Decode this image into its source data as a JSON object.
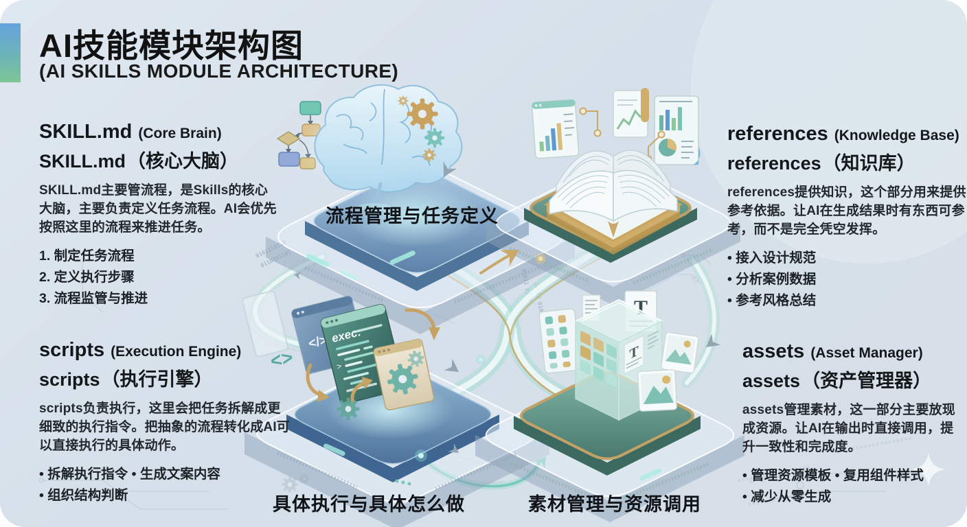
{
  "header": {
    "title": "AI技能模块架构图",
    "subtitle": "(AI SKILLS MODULE ARCHITECTURE)"
  },
  "modules": {
    "skill": {
      "name": "SKILL.md",
      "tag_en": "(Core Brain)",
      "name_zh": "SKILL.md",
      "tag_zh": "（核心大脑）",
      "desc": "SKILL.md主要管流程，是Skills的核心大脑，主要负责定义任务流程。AI会优先按照这里的流程来推进任务。",
      "items": [
        "1. 制定任务流程",
        "2. 定义执行步骤",
        "3. 流程监管与推进"
      ]
    },
    "references": {
      "name": "references",
      "tag_en": "(Knowledge Base)",
      "name_zh": "references",
      "tag_zh": "（知识库）",
      "desc": "references提供知识，这个部分用来提供参考依据。让AI在生成结果时有东西可参考，而不是完全凭空发挥。",
      "items": [
        "• 接入设计规范",
        "• 分析案例数据",
        "• 参考风格总结"
      ]
    },
    "scripts": {
      "name": "scripts",
      "tag_en": "(Execution Engine)",
      "name_zh": "scripts",
      "tag_zh": "（执行引擎）",
      "desc": "scripts负责执行，这里会把任务拆解成更细致的执行指令。把抽象的流程转化成AI可以直接执行的具体动作。",
      "items": [
        "• 拆解执行指令 • 生成文案内容",
        "• 组织结构判断"
      ]
    },
    "assets": {
      "name": "assets",
      "tag_en": "(Asset Manager)",
      "name_zh": "assets",
      "tag_zh": "（资产管理器）",
      "desc": "assets管理素材，这一部分主要放现成资源。让AI在输出时直接调用，提升一致性和完成度。",
      "items": [
        "• 管理资源模板 • 复用组件样式",
        "• 减少从零生成"
      ]
    }
  },
  "diagram": {
    "labels": {
      "skill": "流程管理与任务定义",
      "scripts": "具体执行与具体怎么做",
      "assets": "素材管理与资源调用"
    },
    "code_window": {
      "title": "exec:",
      "icon": "</>",
      "chevrons": "<>",
      "prompt": ">"
    },
    "asset_card_letter": "T",
    "icons": [
      "brain-icon",
      "gear-icon",
      "flowchart-icon",
      "book-icon",
      "chart-card-icon",
      "code-window-icon",
      "cube-icon",
      "image-card-icon",
      "sparkle-icon",
      "arrow-icon"
    ]
  },
  "palette": {
    "background": "#d6e0e9",
    "title_text": "#121212",
    "body_text": "#23282d",
    "accent_gold": "#c9a86a",
    "accent_teal": "#7fc4b8",
    "accent_blue": "#6f9ccc",
    "platform_teal": "#5d9488",
    "platform_blue": "#6f94ba",
    "glow_cyan": "#9fe2da"
  }
}
